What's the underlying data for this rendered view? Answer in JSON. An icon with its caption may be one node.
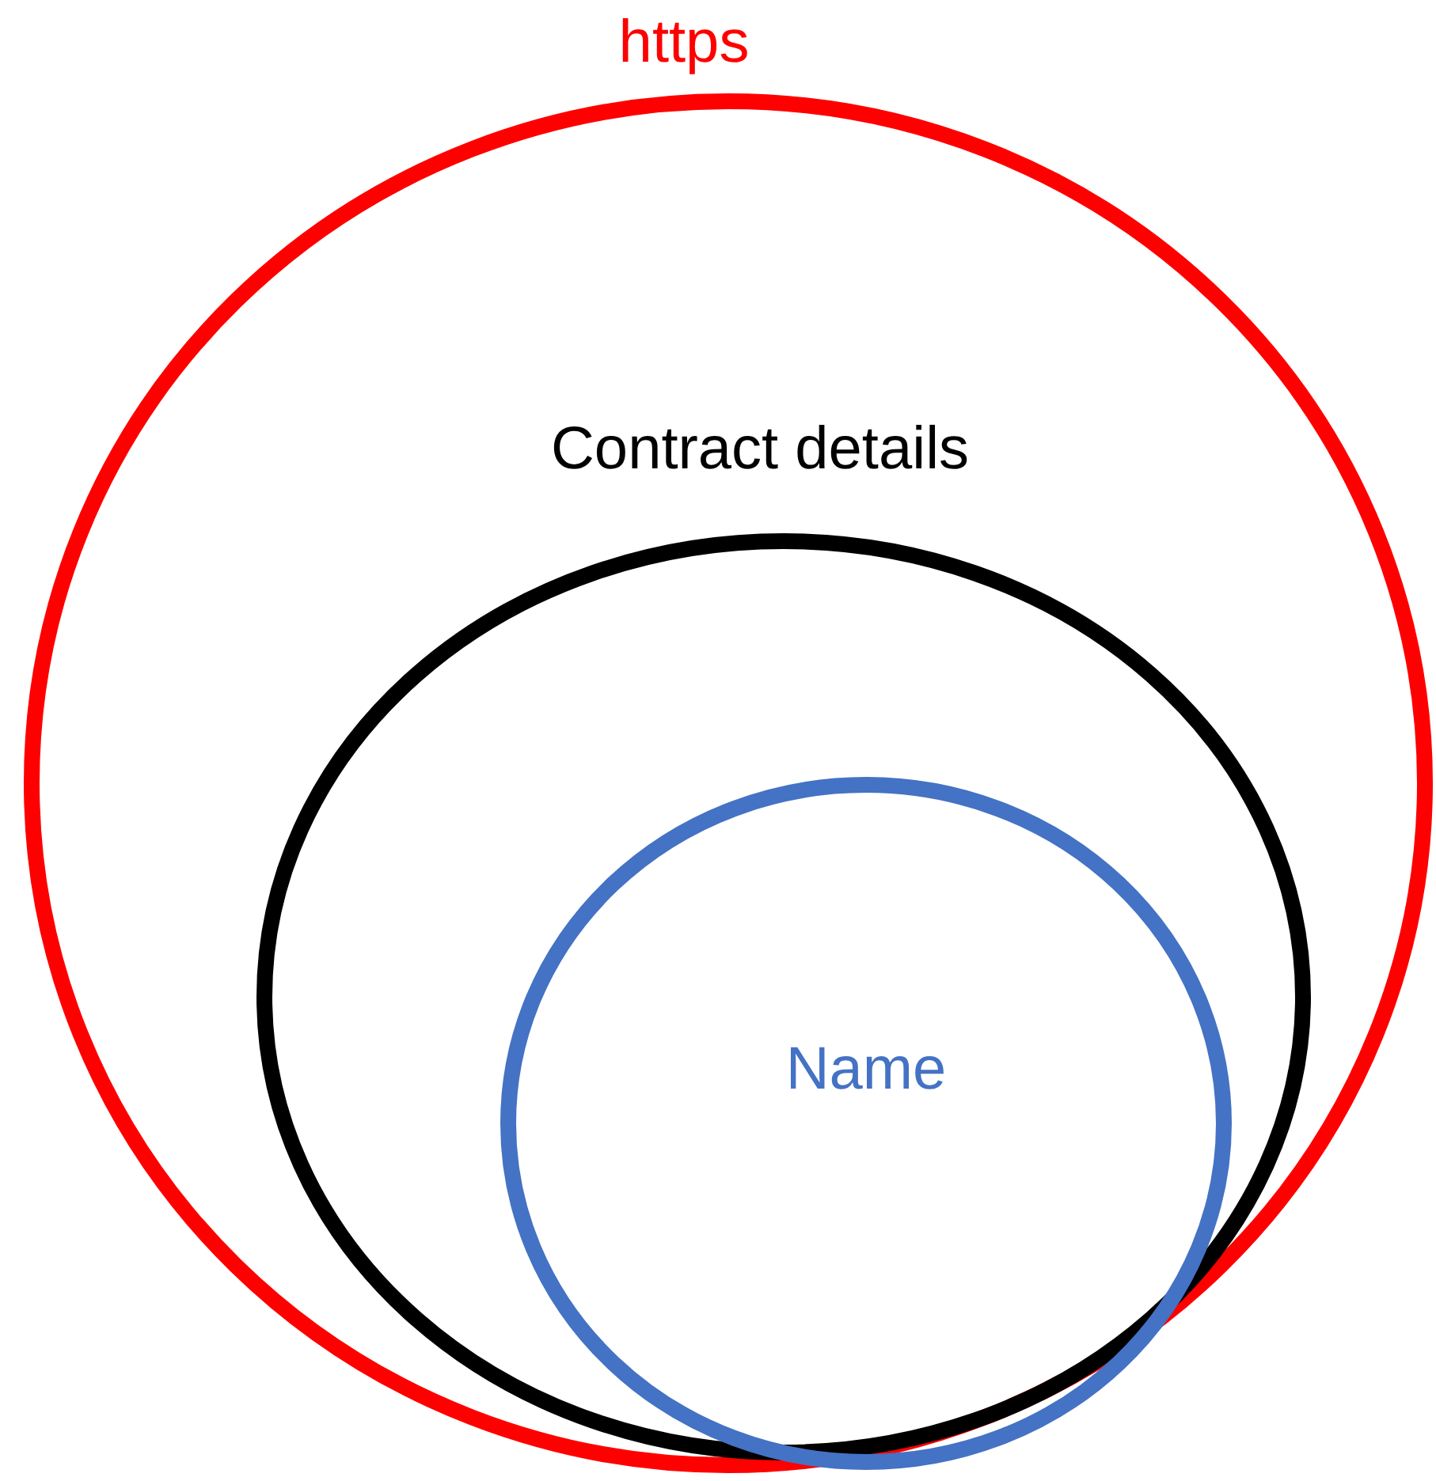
{
  "diagram": {
    "nodes": [
      {
        "text": [
          "https"
        ]
      },
      {
        "text": [
          "Contract details"
        ],
        "in": 0
      },
      {
        "text": [
          "Name"
        ],
        "in": 1
      }
    ]
  }
}
